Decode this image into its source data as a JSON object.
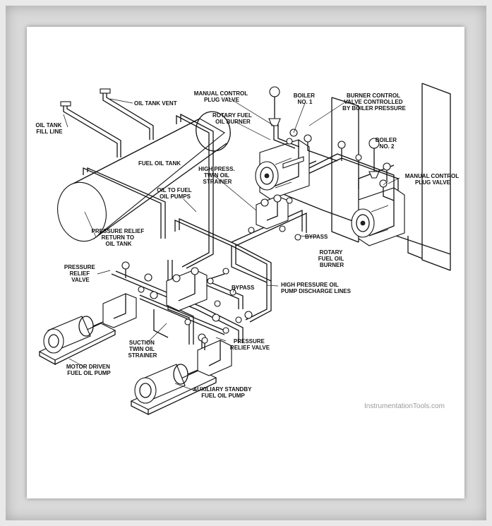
{
  "diagram": {
    "labels": {
      "oil_tank_fill_line": [
        "OIL TANK",
        "FILL LINE"
      ],
      "oil_tank_vent": [
        "OIL TANK VENT"
      ],
      "fuel_oil_tank": [
        "FUEL OIL TANK"
      ],
      "manual_control_plug_valve_1": [
        "MANUAL CONTROL",
        "PLUG VALVE"
      ],
      "boiler_1": [
        "BOILER",
        "NO. 1"
      ],
      "burner_control_valve": [
        "BURNER CONTROL",
        "VALVE CONTROLLED",
        "BY BOILER PRESSURE"
      ],
      "rotary_fuel_oil_burner_1": [
        "ROTARY FUEL",
        "OIL BURNER"
      ],
      "boiler_2": [
        "BOILER",
        "NO. 2"
      ],
      "manual_control_plug_valve_2": [
        "MANUAL CONTROL",
        "PLUG VALVE"
      ],
      "high_press_strainer": [
        "HIGH PRESS.",
        "TWIN OIL",
        "STRAINER"
      ],
      "oil_to_fuel_oil_pumps": [
        "OIL TO FUEL",
        "OIL PUMPS"
      ],
      "pressure_relief_return": [
        "PRESSURE RELIEF",
        "RETURN TO",
        "OIL TANK"
      ],
      "bypass_upper": [
        "BYPASS"
      ],
      "rotary_fuel_oil_burner_2": [
        "ROTARY",
        "FUEL OIL",
        "BURNER"
      ],
      "pressure_relief_valve_left": [
        "PRESSURE",
        "RELIEF",
        "VALVE"
      ],
      "bypass_lower": [
        "BYPASS"
      ],
      "high_pressure_discharge": [
        "HIGH PRESSURE OIL",
        "PUMP DISCHARGE LINES"
      ],
      "suction_strainer": [
        "SUCTION",
        "TWIN OIL",
        "STRAINER"
      ],
      "pressure_relief_valve_right": [
        "PRESSURE",
        "RELIEF VALVE"
      ],
      "motor_driven_pump": [
        "MOTOR DRIVEN",
        "FUEL OIL PUMP"
      ],
      "auxiliary_standby_pump": [
        "AUXILIARY STANDBY",
        "FUEL OIL PUMP"
      ]
    },
    "watermark": "InstrumentationTools.com"
  }
}
